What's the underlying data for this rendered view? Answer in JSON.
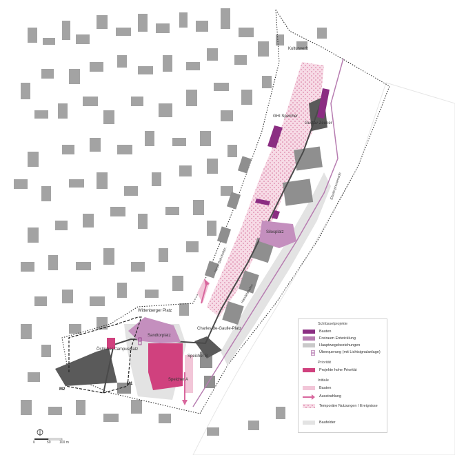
{
  "map": {
    "colors": {
      "building_grey": "#9e9e9e",
      "building_dark": "#555555",
      "key_project": "#8b2d82",
      "open_space": "#b77db1",
      "main_path": "#c9c9c9",
      "priority": "#d0417e",
      "initial_building": "#f2c6d8",
      "radiation": "#d8669d",
      "temporary": "#f4c9d9",
      "baufelder": "#e3e3e3"
    },
    "labels": {
      "kulturwerft": "Kulturwerft",
      "ghi_speicher": "GHI Speicher",
      "gustav_zeuner": "Gustav Zeuner",
      "silosplatz": "Silosplatz",
      "wittenberger_platz": "Wittenberger Platz",
      "sandtorplatz": "Sandtorplatz",
      "charles_de_gaulle": "Charles-de-Gaulle-Platz",
      "oestlicher_campusplatz": "Östlicher Campusplatz",
      "speicher_b": "Speicher B",
      "speicher_a": "Speicher A",
      "m1": "M1",
      "m2": "M2",
      "elbuferpromenade": "Elbuferpromenade",
      "handelshafen": "Handelshafen",
      "neue_bahn": "Neue Bahnhofstr."
    },
    "legend": {
      "section_key": "Schlüsselprojekte",
      "bauten": "Bauten",
      "freiraum": "Freiraum Entwicklung",
      "hauptwege": "Hauptwegebeziehungen",
      "ueberquerung": "Überquerung (mit Lichtsignalanlage)",
      "section_priority": "Priorität",
      "projekte_hoch": "Projekte hohe Priorität",
      "section_initial": "Initiale",
      "initial_bauten": "Bauten",
      "ausstrahlung": "Ausstrahlung",
      "temporaer": "Temporäre Nutzungen / Ereignisse",
      "baufelder": "Baufelder"
    },
    "scale": {
      "zero": "0",
      "fifty": "50",
      "hundred": "100 m"
    }
  }
}
